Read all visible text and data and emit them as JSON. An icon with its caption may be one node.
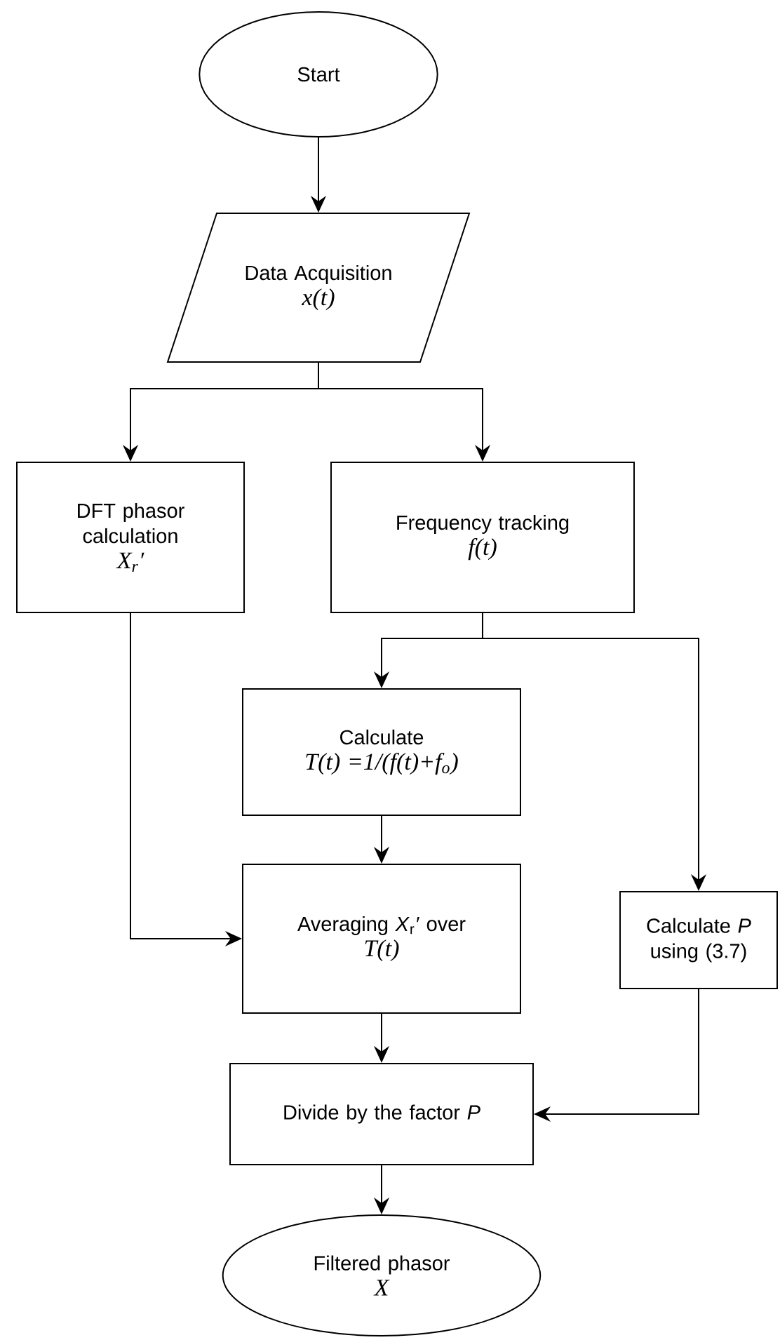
{
  "diagram": {
    "nodes": [
      {
        "text": [
          "Start"
        ]
      },
      {
        "text": [
          "Data Acquisition",
          "x(t)"
        ]
      },
      {
        "text": [
          "DFT phasor calculation",
          "X$_{r}$′"
        ]
      },
      {
        "text": [
          "Frequency tracking",
          "f(t)"
        ]
      },
      {
        "text": [
          "Calculate",
          "T(t) =1/(f(t)+f$_{o}$)"
        ]
      },
      {
        "text": [
          "Averaging *X*$_{r}$*′* over",
          "T(t)"
        ]
      },
      {
        "text": [
          "Calculate *P* using (3.7)"
        ]
      },
      {
        "text": [
          "Divide by the factor *P*"
        ]
      },
      {
        "text": [
          "Filtered phasor",
          "X"
        ]
      }
    ],
    "edges": [
      {
        "from": 0,
        "to": 1,
        "arrow": "to"
      },
      {
        "from": 1,
        "to": 2,
        "arrow": "to"
      },
      {
        "from": 1,
        "to": 3,
        "arrow": "to"
      },
      {
        "from": 2,
        "to": 5,
        "arrow": "to"
      },
      {
        "from": 3,
        "to": 4,
        "arrow": "to"
      },
      {
        "from": 3,
        "to": 6,
        "arrow": "to"
      },
      {
        "from": 4,
        "to": 5,
        "arrow": "to"
      },
      {
        "from": 5,
        "to": 7,
        "arrow": "to"
      },
      {
        "from": 6,
        "to": 7,
        "arrow": "to"
      },
      {
        "from": 7,
        "to": 8,
        "arrow": "to"
      }
    ]
  }
}
